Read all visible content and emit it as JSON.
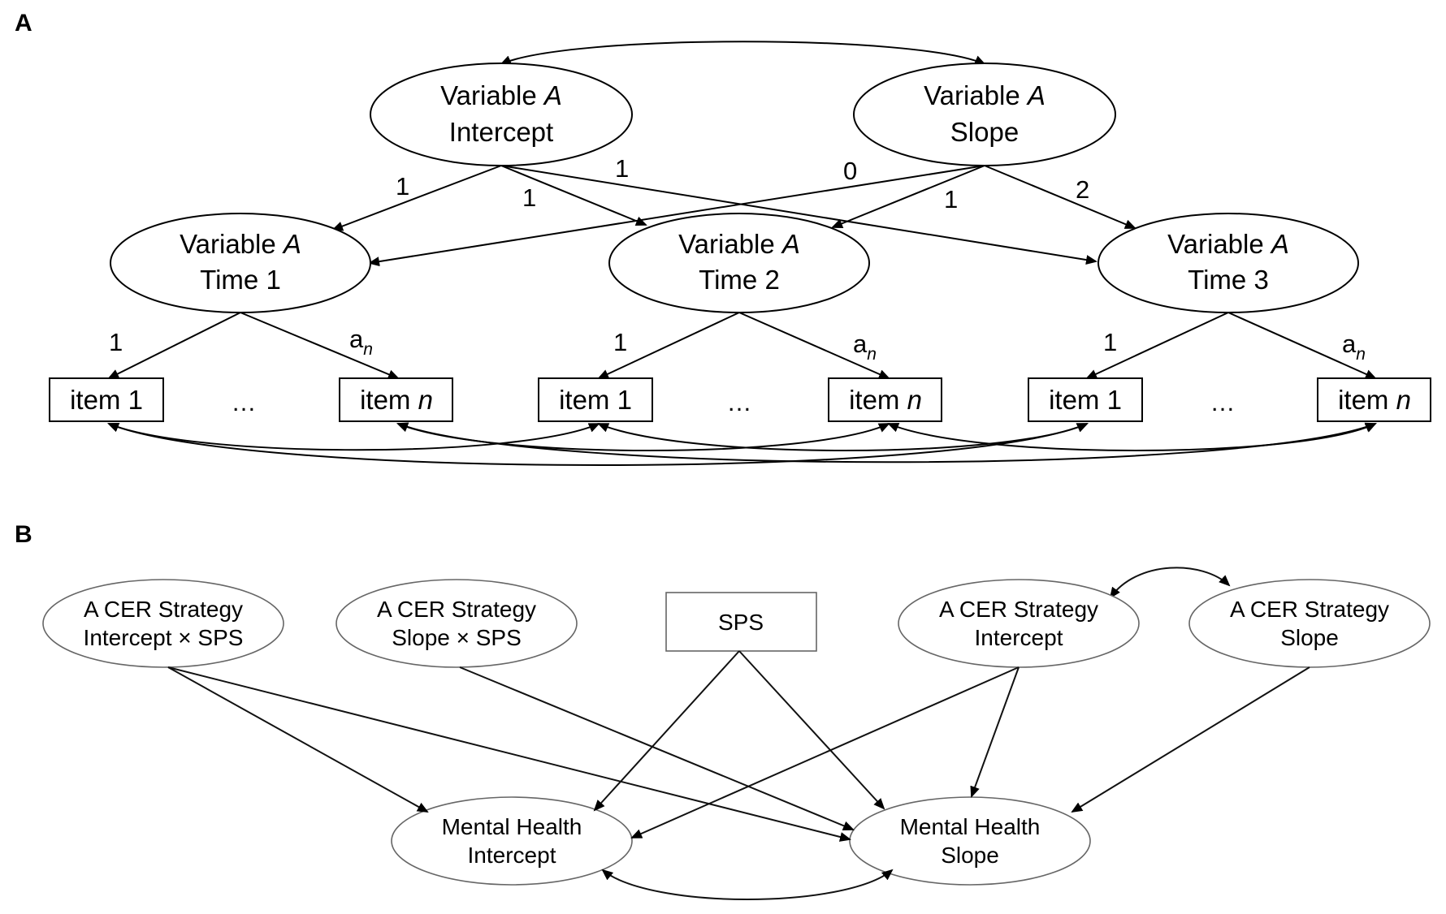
{
  "panel_a": {
    "letter": "A",
    "growth": {
      "intercept": {
        "line1": "Variable ",
        "italic1": "A",
        "line2": "Intercept"
      },
      "slope": {
        "line1": "Variable ",
        "italic1": "A",
        "line2": "Slope"
      }
    },
    "times": [
      {
        "line1": "Variable ",
        "italic1": "A",
        "line2": "Time 1"
      },
      {
        "line1": "Variable ",
        "italic1": "A",
        "line2": "Time 2"
      },
      {
        "line1": "Variable ",
        "italic1": "A",
        "line2": "Time 3"
      }
    ],
    "items": {
      "first": "item 1",
      "last_prefix": "item ",
      "last_italic": "n",
      "ellipsis": "…"
    },
    "loadings": {
      "intercept_t1": "1",
      "intercept_t2": "1",
      "intercept_t3": "1",
      "slope_t1": "0",
      "slope_t2": "1",
      "slope_t3": "2",
      "item_first": "1",
      "item_last_base": "a",
      "item_last_sub": "n"
    }
  },
  "panel_b": {
    "letter": "B",
    "nodes": {
      "interaction_intercept": {
        "line1": "A CER Strategy",
        "line2": "Intercept × SPS"
      },
      "interaction_slope": {
        "line1": "A CER Strategy",
        "line2": "Slope × SPS"
      },
      "sps": {
        "label": "SPS"
      },
      "cer_intercept": {
        "line1": "A CER Strategy",
        "line2": "Intercept"
      },
      "cer_slope": {
        "line1": "A CER Strategy",
        "line2": "Slope"
      },
      "mh_intercept": {
        "line1": "Mental Health",
        "line2": "Intercept"
      },
      "mh_slope": {
        "line1": "Mental Health",
        "line2": "Slope"
      }
    }
  }
}
